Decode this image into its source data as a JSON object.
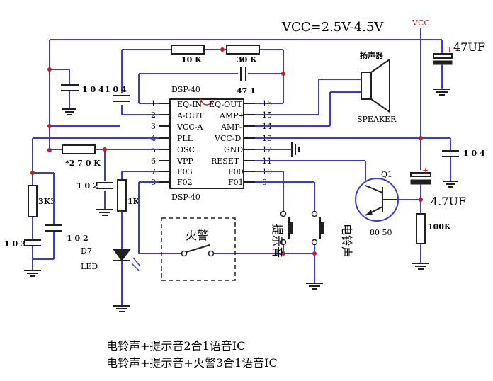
{
  "title": "VCC=2.5V-4.5V",
  "vcc_label": "VCC",
  "chip": {
    "name_top": "DSP-40",
    "name_bottom": "DSP-40",
    "left_pins": [
      {
        "num": "1",
        "name": "EQ-IN"
      },
      {
        "num": "2",
        "name": "A-OUT"
      },
      {
        "num": "3",
        "name": "VCC-A"
      },
      {
        "num": "4",
        "name": "PLL"
      },
      {
        "num": "5",
        "name": "OSC"
      },
      {
        "num": "6",
        "name": "VPP"
      },
      {
        "num": "7",
        "name": "F03"
      },
      {
        "num": "8",
        "name": "F02"
      }
    ],
    "right_pins": [
      {
        "num": "16",
        "name": "EQ-OUT"
      },
      {
        "num": "15",
        "name": "AMP+"
      },
      {
        "num": "14",
        "name": "AMP-"
      },
      {
        "num": "13",
        "name": "VCC-D"
      },
      {
        "num": "12",
        "name": "GND"
      },
      {
        "num": "11",
        "name": "RESET"
      },
      {
        "num": "10",
        "name": "F00"
      },
      {
        "num": "9",
        "name": "F01"
      }
    ]
  },
  "components": {
    "r_10k": "10 K",
    "r_30k": "30 K",
    "c_471": "47 1",
    "c_104_top": "1 0 4",
    "c_104_eq": "1 0 4",
    "c_104_right": "1 0 4",
    "r_270k": "*2 7 0 K",
    "c_102_a": "1 0 2",
    "c_102_b": "1 0 2",
    "r_1k": "1K",
    "r_3k3": "3K3",
    "c_103": "1 0 3",
    "led_ref": "D7",
    "led_label": "LED",
    "c_47uf": "47UF",
    "c_47uf_small": "4.7UF",
    "r_100k": "100K",
    "q1_ref": "Q1",
    "q1_part": "80 50",
    "speaker_cn": "扬声器",
    "speaker_en": "SPEAKER",
    "fire_alarm": "火警",
    "prompt_tone": "提示音",
    "door_bell": "电铃声"
  },
  "captions": [
    "电铃声+提示音2合1语音IC",
    "电铃声+提示音+火警3合1语音IC"
  ]
}
